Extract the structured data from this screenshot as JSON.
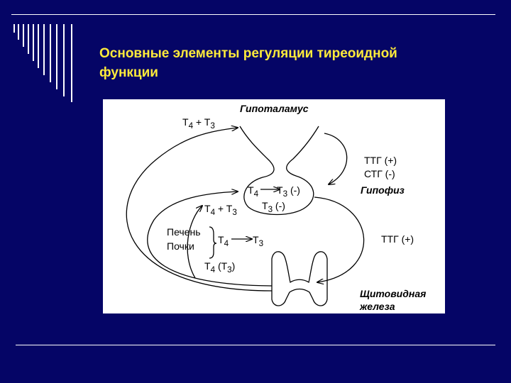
{
  "slide": {
    "title_line1": "Основные элементы регуляции тиреоидной",
    "title_line2": "функции",
    "colors": {
      "background": "#050566",
      "title": "#ffeb3b",
      "rules": "#ffffff",
      "diagram_bg": "#ffffff"
    }
  },
  "diagram": {
    "hypothalamus": "Гипоталамус",
    "pituitary": "Гипофиз",
    "thyroid_line1": "Щитовидная",
    "thyroid_line2": "железа",
    "feedback_top": {
      "a": "T",
      "a_sub": "4",
      "op": " + ",
      "b": "T",
      "b_sub": "3"
    },
    "feedback_mid": {
      "a": "T",
      "a_sub": "4",
      "op": " + ",
      "b": "T",
      "b_sub": "3"
    },
    "pit_conv": {
      "a": "T",
      "a_sub": "4",
      "b": "T",
      "b_sub": "3",
      "sign": " (-)"
    },
    "pit_t3": {
      "a": "T",
      "a_sub": "3",
      "sign": " (-)"
    },
    "ttg_plus": "ТТГ (+)",
    "stg_minus": "СТГ (-)",
    "ttg_right": "ТТГ (+)",
    "liver": "Печень",
    "kidneys": "Почки",
    "periph_conv": {
      "a": "T",
      "a_sub": "4",
      "b": "T",
      "b_sub": "3"
    },
    "secretion": {
      "a": "T",
      "a_sub": "4",
      "b": "(T",
      "b_sub": "3",
      "b_end": ")"
    }
  }
}
